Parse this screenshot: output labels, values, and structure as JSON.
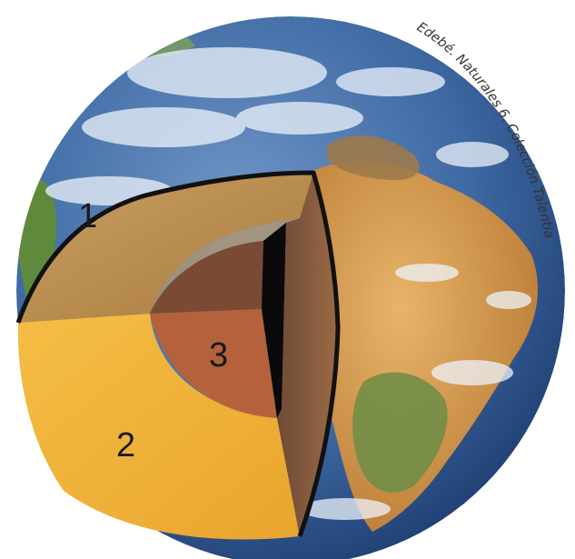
{
  "credit": "Edebé. Naturales 6. Colección Talentia.",
  "labels": {
    "layer1": "1",
    "layer2": "2",
    "layer3": "3"
  },
  "colors": {
    "ocean": "#3f6aa4",
    "ocean_dark": "#23467e",
    "cloud": "#eef3fb",
    "land_desert": "#d89a4a",
    "land_green": "#5f8a3c",
    "crust_top": "#b98a45",
    "mantle": "#f2b23c",
    "outer_core_top": "#7a4a34",
    "outer_core_front": "#b5623c",
    "inner_core": "#0a0a0a",
    "cut_side": "#8a5a3c",
    "outline": "#111111"
  }
}
